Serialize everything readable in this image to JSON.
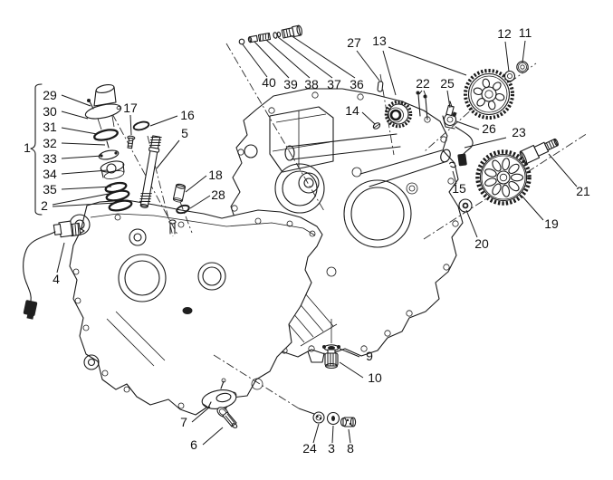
{
  "diagram": {
    "background_color": "#ffffff",
    "line_color": "#1a1a1a"
  },
  "callouts": {
    "n1": "1",
    "n2": "2",
    "n3": "3",
    "n4": "4",
    "n5": "5",
    "n6": "6",
    "n7": "7",
    "n8": "8",
    "n9": "9",
    "n10": "10",
    "n11": "11",
    "n12": "12",
    "n13": "13",
    "n14": "14",
    "n15": "15",
    "n16": "16",
    "n17": "17",
    "n18": "18",
    "n19": "19",
    "n20": "20",
    "n21": "21",
    "n22": "22",
    "n23": "23",
    "n24": "24",
    "n25": "25",
    "n26": "26",
    "n27": "27",
    "n28": "28",
    "n29": "29",
    "n30": "30",
    "n31": "31",
    "n32": "32",
    "n33": "33",
    "n34": "34",
    "n35": "35",
    "n36": "36",
    "n37": "37",
    "n38": "38",
    "n39": "39",
    "n40": "40"
  }
}
